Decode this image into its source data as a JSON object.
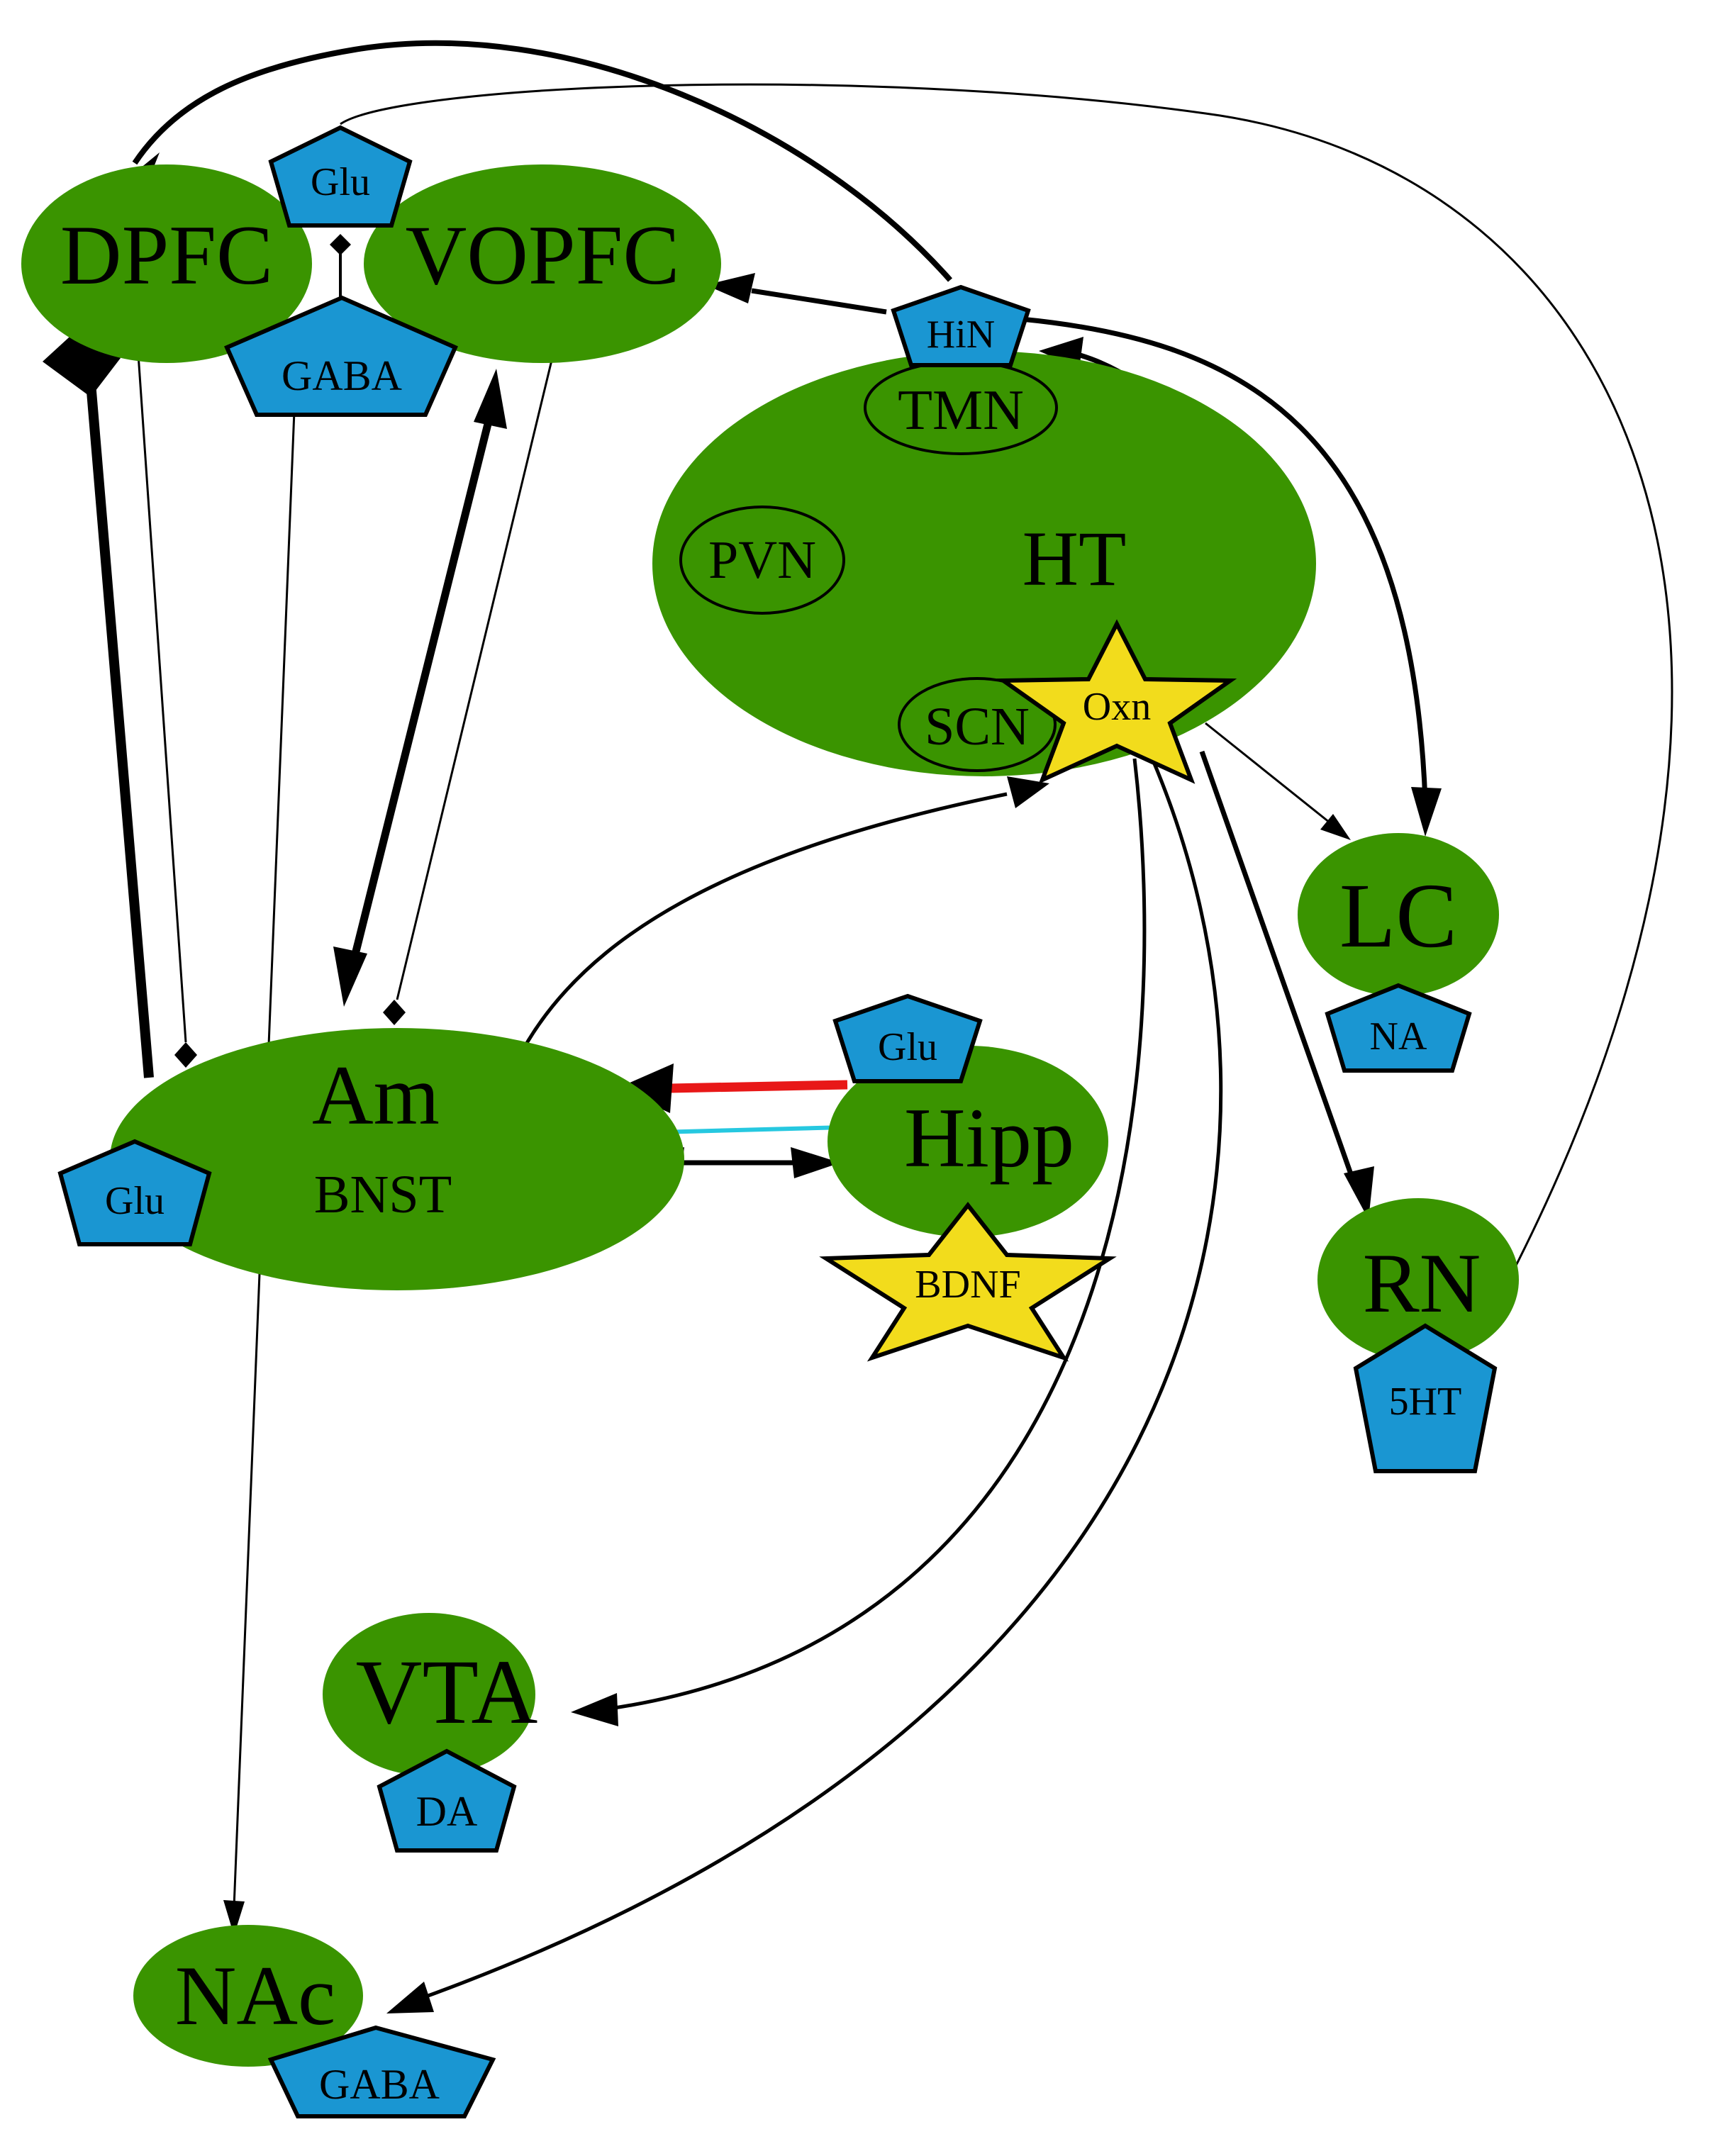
{
  "colors": {
    "region": "#3a9400",
    "neurotransmitter": "#1a96d2",
    "peptide": "#f2dc1c",
    "outline": "#000000",
    "excitatory": "#e81818",
    "inhibitory": "#26c8e0"
  },
  "regions": {
    "dpfc": "DPFC",
    "vopfc": "VOPFC",
    "ht": "HT",
    "tmn": "TMN",
    "pvn": "PVN",
    "scn": "SCN",
    "lc": "LC",
    "am": "Am",
    "bnst": "BNST",
    "hipp": "Hipp",
    "rn": "RN",
    "vta": "VTA",
    "nac": "NAc"
  },
  "markers": {
    "glu_pfc": "Glu",
    "gaba_pfc": "GABA",
    "hin": "HiN",
    "oxn": "Oxn",
    "na": "NA",
    "glu_am": "Glu",
    "glu_hipp": "Glu",
    "bdnf": "BDNF",
    "ht5": "5HT",
    "da": "DA",
    "gaba_nac": "GABA"
  }
}
